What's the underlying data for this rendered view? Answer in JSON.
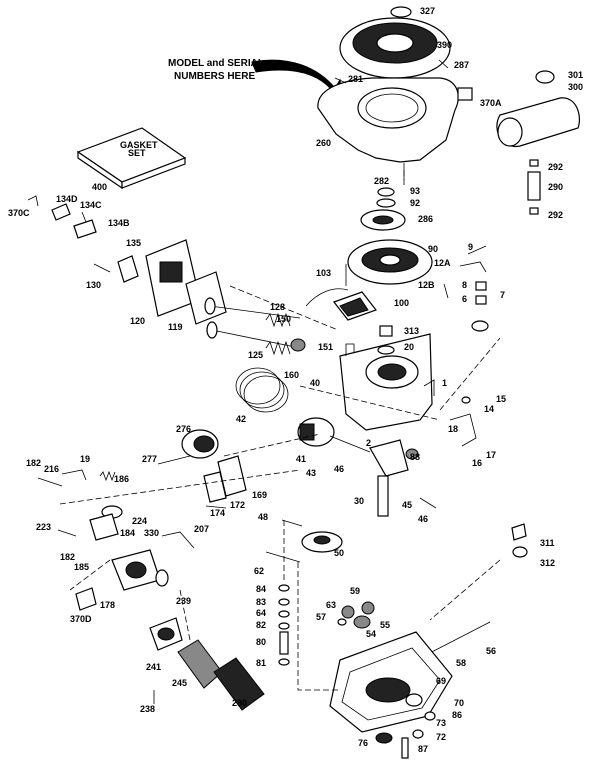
{
  "note": {
    "line1": "MODEL and SERIAL",
    "line2": "NUMBERS HERE"
  },
  "gasket_set": {
    "line1": "GASKET",
    "line2": "SET"
  },
  "parts": [
    "327",
    "390",
    "287",
    "281",
    "260",
    "370A",
    "301",
    "300",
    "292",
    "290",
    "292b",
    "282",
    "93",
    "92",
    "286",
    "400",
    "370C",
    "134D",
    "134C",
    "134B",
    "135",
    "130",
    "120",
    "119",
    "90",
    "9",
    "12A",
    "12B",
    "8",
    "6",
    "7",
    "103",
    "128",
    "150",
    "100",
    "313",
    "20",
    "125",
    "151",
    "160",
    "40",
    "42",
    "1",
    "15",
    "14",
    "276",
    "277",
    "18",
    "17",
    "16",
    "41",
    "43",
    "46",
    "2",
    "88",
    "182",
    "216",
    "19",
    "186",
    "169",
    "172",
    "174",
    "30",
    "45",
    "46b",
    "223",
    "224",
    "48",
    "184",
    "330",
    "207",
    "182b",
    "185",
    "50",
    "311",
    "312",
    "62",
    "84",
    "83",
    "64",
    "82",
    "80",
    "81",
    "178",
    "239",
    "370D",
    "59",
    "63",
    "57",
    "54",
    "55",
    "56",
    "58",
    "69",
    "241",
    "245",
    "238",
    "280",
    "70",
    "86",
    "73",
    "72",
    "76",
    "87"
  ]
}
